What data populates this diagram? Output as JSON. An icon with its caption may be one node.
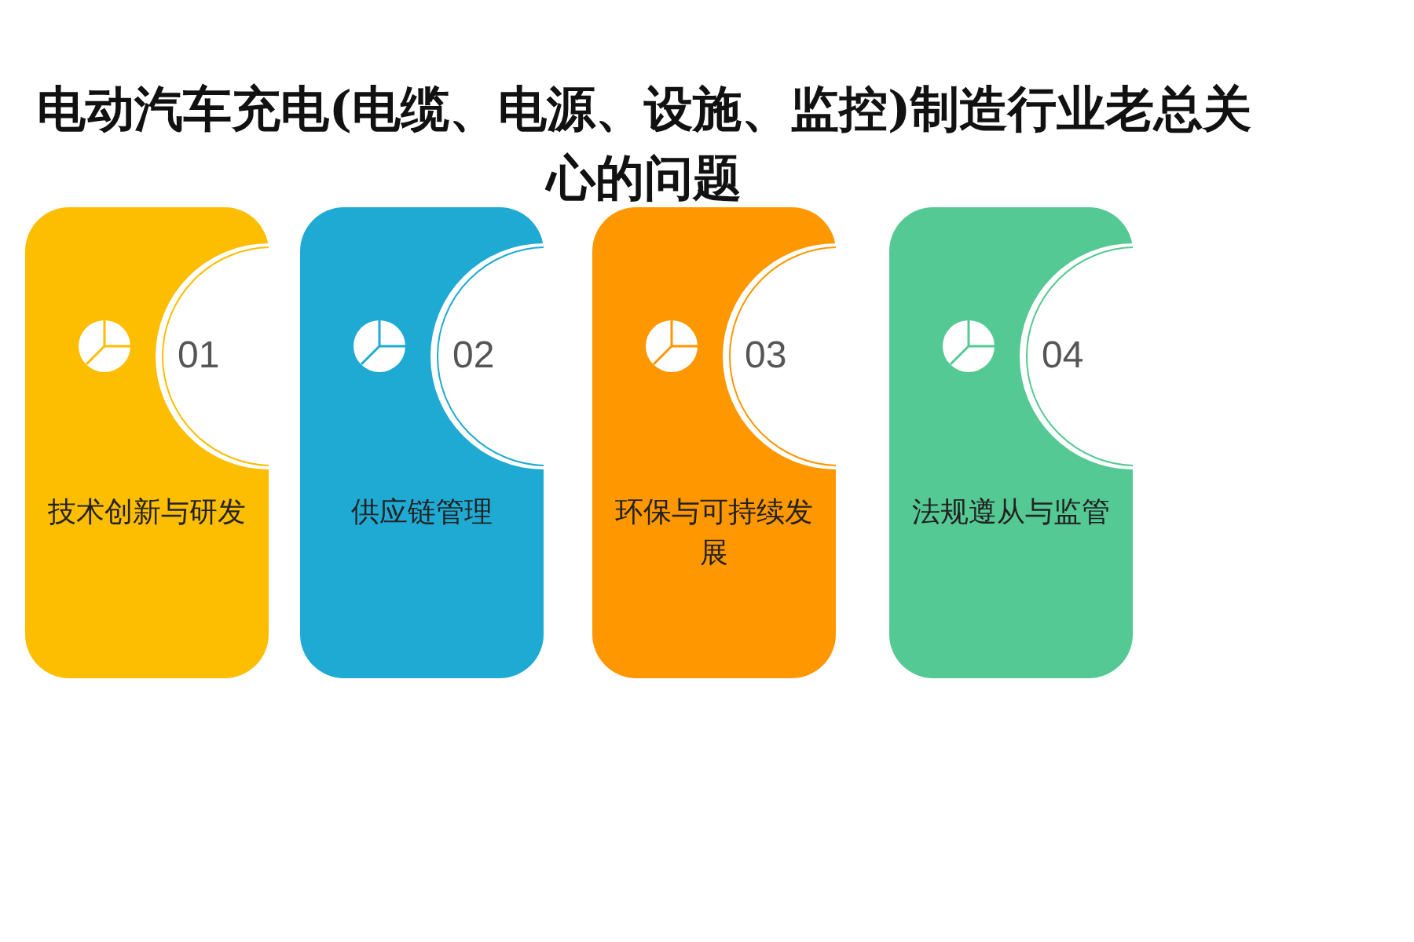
{
  "diagram": {
    "title": "电动汽车充电(电缆、电源、设施、监控)制造行业老总关心的问题",
    "nodes": [
      {
        "text": [
          "技术创新与研发"
        ]
      },
      {
        "text": [
          "01"
        ],
        "in": 0
      },
      {
        "text": [
          "供应链管理"
        ]
      },
      {
        "text": [
          "02"
        ],
        "in": 2
      },
      {
        "text": [
          "环保与可持续发展"
        ]
      },
      {
        "text": [
          "03"
        ],
        "in": 4
      },
      {
        "text": [
          "法规遵从与监管"
        ]
      },
      {
        "text": [
          "04"
        ],
        "in": 6
      }
    ]
  }
}
